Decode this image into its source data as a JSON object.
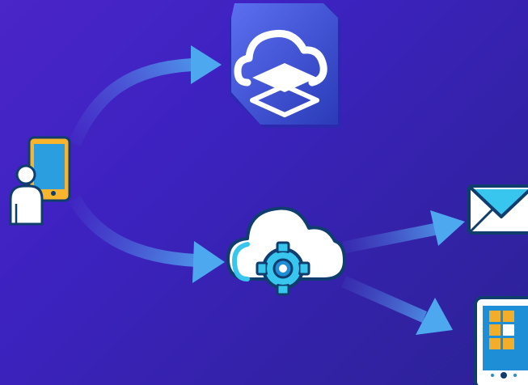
{
  "diagram": {
    "nodes": [
      {
        "id": "user",
        "icon": "user-with-phone-icon"
      },
      {
        "id": "cloud-layers",
        "icon": "cloud-layers-app-icon"
      },
      {
        "id": "cloud-processing",
        "icon": "cloud-gear-icon"
      },
      {
        "id": "email",
        "icon": "envelope-icon"
      },
      {
        "id": "tablet",
        "icon": "tablet-dashboard-icon"
      }
    ],
    "edges": [
      {
        "from": "user",
        "to": "cloud-layers"
      },
      {
        "from": "user",
        "to": "cloud-processing"
      },
      {
        "from": "cloud-processing",
        "to": "email"
      },
      {
        "from": "cloud-processing",
        "to": "tablet"
      }
    ]
  },
  "colors": {
    "background_start": "#4a25c8",
    "background_end": "#2c2196",
    "arrow_head": "#4ea8f0",
    "arrow_tail": "#5a7fe6",
    "app_tile_light": "#5b6ff0",
    "app_tile_dark": "#2b3bb8",
    "icon_white": "#ffffff",
    "icon_cyan": "#38c6ef",
    "icon_blue": "#1e8fd6",
    "icon_navy": "#0f3d6e",
    "phone_amber": "#f7b42c",
    "tablet_amber": "#f2ad2a"
  }
}
